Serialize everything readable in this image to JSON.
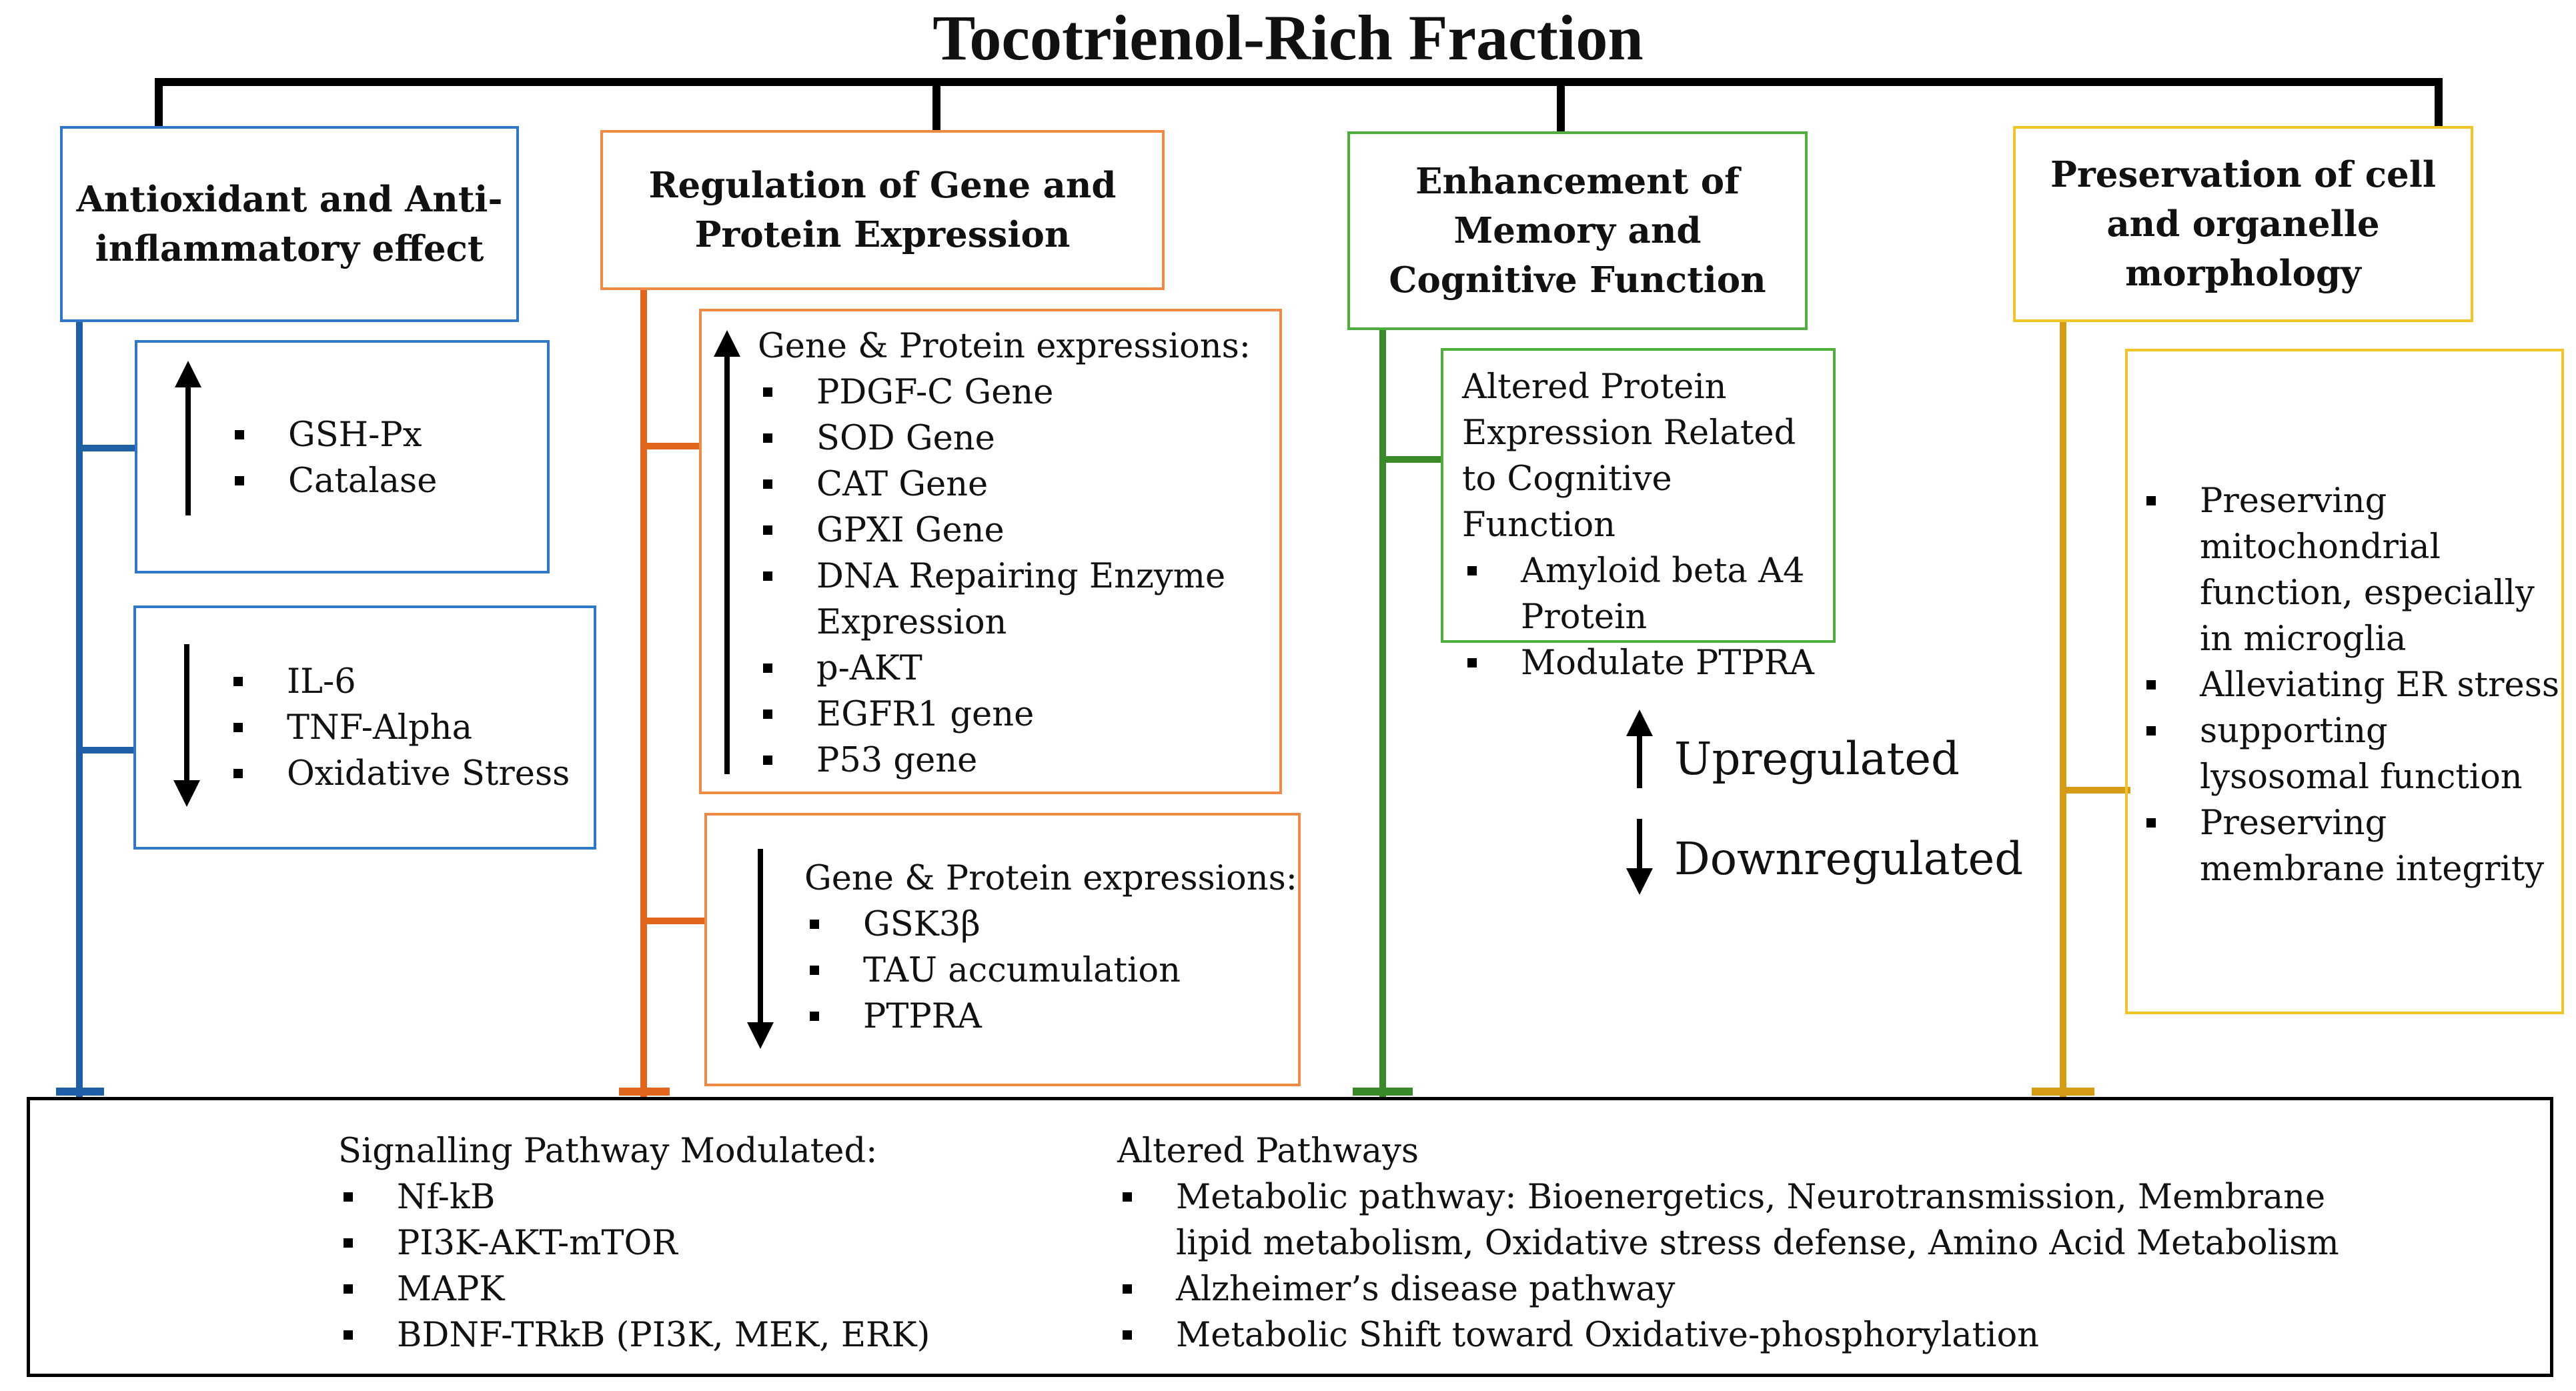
{
  "title": "Tocotrienol-Rich Fraction",
  "colors": {
    "antioxidant": "#1f5fa6",
    "antioxidant_box": "#2f77c8",
    "regulation": "#e2651c",
    "regulation_box": "#f08a45",
    "memory": "#3b8a2a",
    "memory_box": "#4caf3c",
    "preservation": "#d69b14",
    "preservation_box": "#f3c428"
  },
  "categories": {
    "antioxidant": {
      "label": "Antioxidant and Anti-inflammatory effect",
      "up": {
        "items": [
          "GSH-Px",
          "Catalase"
        ]
      },
      "down": {
        "items": [
          "IL-6",
          "TNF-Alpha",
          "Oxidative Stress"
        ]
      }
    },
    "regulation": {
      "label": "Regulation of Gene and Protein Expression",
      "up": {
        "heading": "Gene & Protein expressions:",
        "items": [
          "PDGF-C Gene",
          "SOD Gene",
          "CAT Gene",
          "GPXI Gene",
          "DNA Repairing Enzyme Expression",
          "p-AKT",
          "EGFR1 gene",
          "P53 gene"
        ]
      },
      "down": {
        "heading": "Gene & Protein expressions:",
        "items": [
          "GSK3β",
          "TAU accumulation",
          "PTPRA"
        ]
      }
    },
    "memory": {
      "label": "Enhancement of Memory and Cognitive Function",
      "box": {
        "heading": "Altered Protein Expression Related to Cognitive Function",
        "items": [
          "Amyloid beta A4 Protein",
          "Modulate PTPRA"
        ]
      }
    },
    "preservation": {
      "label": "Preservation of cell and organelle morphology",
      "items": [
        "Preserving mitochondrial function, especially in microglia",
        "Alleviating ER stress",
        "supporting lysosomal function",
        "Preserving membrane integrity"
      ]
    }
  },
  "legend": {
    "up_label": "Upregulated",
    "down_label": "Downregulated"
  },
  "bottom": {
    "signalling": {
      "heading": "Signalling Pathway Modulated:",
      "items": [
        "Nf-kB",
        "PI3K-AKT-mTOR",
        "MAPK",
        "BDNF-TRkB (PI3K, MEK, ERK)"
      ]
    },
    "altered": {
      "heading": "Altered Pathways",
      "items": [
        "Metabolic pathway: Bioenergetics, Neurotransmission, Membrane lipid metabolism, Oxidative stress defense, Amino Acid Metabolism",
        "Alzheimer’s disease pathway",
        "Metabolic Shift toward Oxidative-phosphorylation"
      ]
    }
  }
}
